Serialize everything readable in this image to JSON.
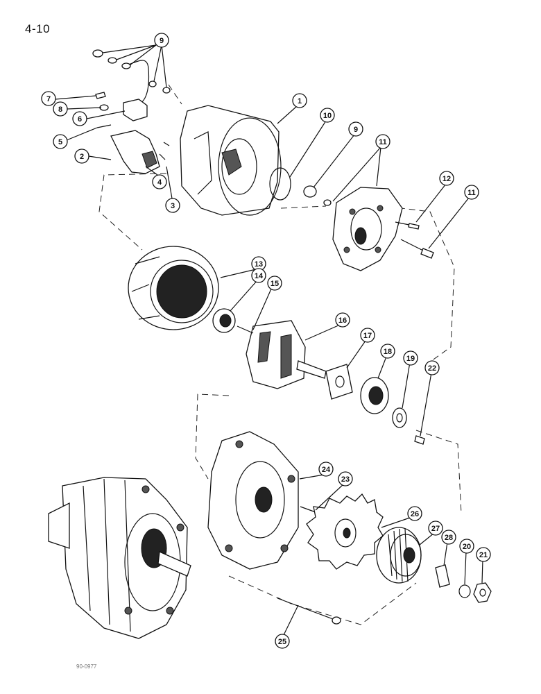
{
  "page": {
    "number": "4-10",
    "drawing_code": "90-0977"
  },
  "callouts": [
    {
      "id": "c1",
      "label": "1"
    },
    {
      "id": "c2",
      "label": "2"
    },
    {
      "id": "c3",
      "label": "3"
    },
    {
      "id": "c4",
      "label": "4"
    },
    {
      "id": "c5",
      "label": "5"
    },
    {
      "id": "c6",
      "label": "6"
    },
    {
      "id": "c7",
      "label": "7"
    },
    {
      "id": "c8",
      "label": "8"
    },
    {
      "id": "c9a",
      "label": "9"
    },
    {
      "id": "c9b",
      "label": "9"
    },
    {
      "id": "c10",
      "label": "10"
    },
    {
      "id": "c11a",
      "label": "11"
    },
    {
      "id": "c11b",
      "label": "11"
    },
    {
      "id": "c12",
      "label": "12"
    },
    {
      "id": "c13",
      "label": "13"
    },
    {
      "id": "c14",
      "label": "14"
    },
    {
      "id": "c15",
      "label": "15"
    },
    {
      "id": "c16",
      "label": "16"
    },
    {
      "id": "c17",
      "label": "17"
    },
    {
      "id": "c18",
      "label": "18"
    },
    {
      "id": "c19",
      "label": "19"
    },
    {
      "id": "c22",
      "label": "22"
    },
    {
      "id": "c24",
      "label": "24"
    },
    {
      "id": "c23",
      "label": "23"
    },
    {
      "id": "c26",
      "label": "26"
    },
    {
      "id": "c27",
      "label": "27"
    },
    {
      "id": "c28",
      "label": "28"
    },
    {
      "id": "c20",
      "label": "20"
    },
    {
      "id": "c21",
      "label": "21"
    },
    {
      "id": "c25",
      "label": "25"
    }
  ]
}
